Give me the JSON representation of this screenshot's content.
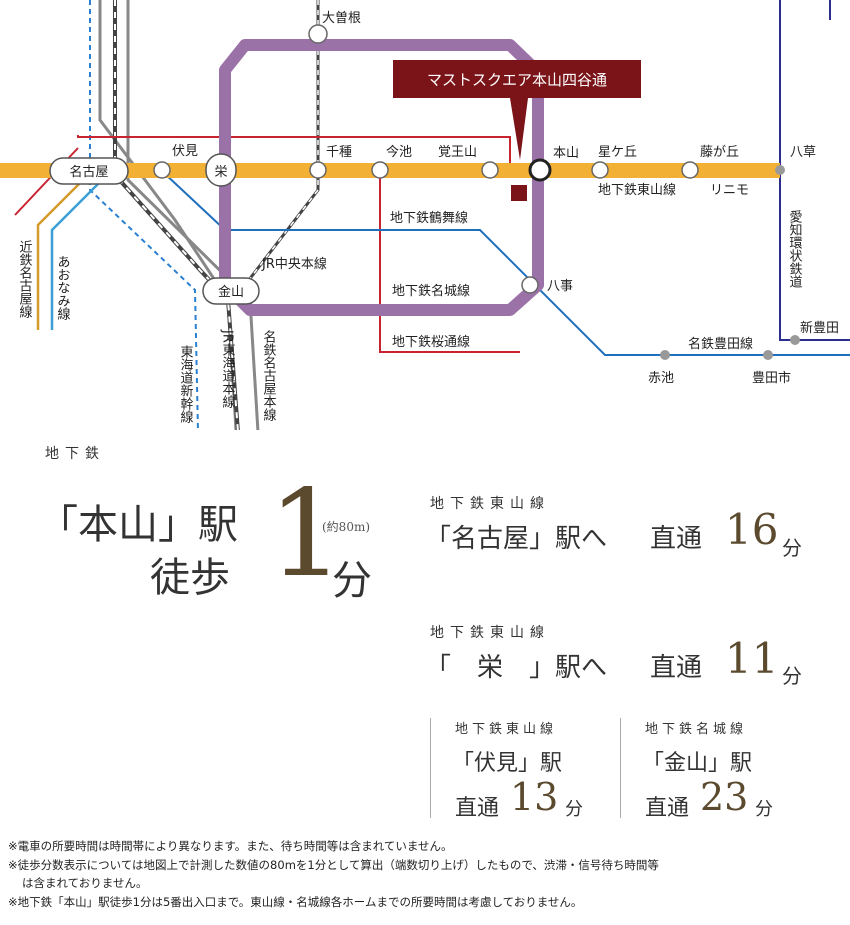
{
  "map": {
    "stations": {
      "nagoya": "名古屋",
      "fushimi": "伏見",
      "sakae": "栄",
      "chikusa": "千種",
      "imaike": "今池",
      "kakuozan": "覚王山",
      "motoyama": "本山",
      "hoshigaoka": "星ケ丘",
      "fujigaoka": "藤が丘",
      "yagusa": "八草",
      "ozone": "大曽根",
      "kanayama": "金山",
      "yagoto": "八事",
      "akaike": "赤池",
      "toyotashi": "豊田市",
      "shintoyota": "新豊田"
    },
    "lines": {
      "higashiyama": "地下鉄東山線",
      "linimo": "リニモ",
      "tsurumai": "地下鉄鶴舞線",
      "meijo": "地下鉄名城線",
      "sakuradori": "地下鉄桜通線",
      "chuo": "JR中央本線",
      "meitetsu_toyota": "名鉄豊田線",
      "aichi_kanjo": "愛知環状鉄道",
      "kintetsu": "近鉄名古屋線",
      "aonami": "あおなみ線",
      "shinkansen": "東海道新幹線",
      "jr_tokaido": "JR東海道本線",
      "meitetsu_nagoya": "名鉄名古屋本線"
    },
    "property_label": "マストスクエア本山四谷通",
    "colors": {
      "higashiyama": "#f2b134",
      "meijo": "#9b72a8",
      "tsurumai": "#1f6fbf",
      "sakuradori": "#c8242f",
      "kintetsu": "#c8242f",
      "aonami": "#3b9fd6",
      "shinkansen": "#2a7fd0",
      "aichi_kanjo": "#2b2e8c",
      "property": "#7a1418",
      "station_gray": "#888888"
    }
  },
  "walk": {
    "prefix": "地下鉄",
    "station": "「本山」駅",
    "label": "徒歩",
    "minutes": "1",
    "unit": "分",
    "distance": "(約80m)"
  },
  "routes": [
    {
      "line": "地下鉄東山線",
      "dest": "「名古屋」駅へ",
      "direct": "直通",
      "minutes": "16",
      "unit": "分"
    },
    {
      "line": "地下鉄東山線",
      "dest": "「　栄　」駅へ",
      "direct": "直通",
      "minutes": "11",
      "unit": "分"
    }
  ],
  "small_routes": [
    {
      "line": "地下鉄東山線",
      "dest": "「伏見」駅",
      "direct": "直通",
      "minutes": "13",
      "unit": "分"
    },
    {
      "line": "地下鉄名城線",
      "dest": "「金山」駅",
      "direct": "直通",
      "minutes": "23",
      "unit": "分"
    }
  ],
  "notes": [
    "※電車の所要時間は時間帯により異なります。また、待ち時間等は含まれていません。",
    "※徒歩分数表示については地図上で計測した数値の80mを1分として算出（端数切り上げ）したもので、渋滞・信号待ち時間等",
    "は含まれておりません。",
    "※地下鉄「本山」駅徒歩1分は5番出入口まで。東山線・名城線各ホームまでの所要時間は考慮しておりません。"
  ]
}
